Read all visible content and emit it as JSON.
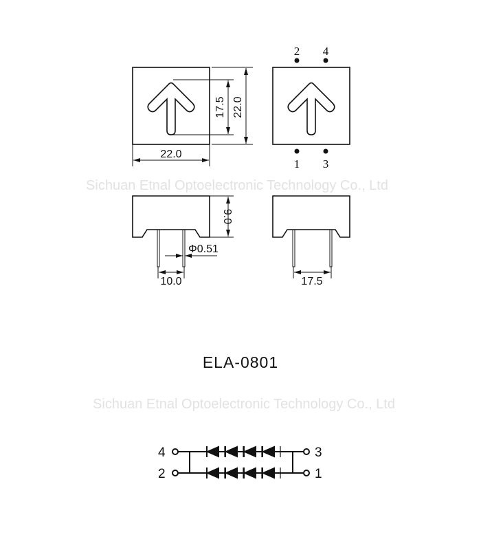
{
  "watermark": "Sichuan Etnal Optoelectronic Technology Co., Ltd",
  "model": "ELA-0801",
  "dimensions": {
    "width": "22.0",
    "height": "22.0",
    "arrow_height": "17.5",
    "depth": "9.0",
    "pin_diameter": "Φ0.51",
    "pin_pitch_a": "10.0",
    "pin_pitch_b": "17.5"
  },
  "pins": {
    "top_left": "2",
    "top_right": "4",
    "bottom_left": "1",
    "bottom_right": "3"
  },
  "schematic": {
    "t4": "4",
    "t3": "3",
    "t2": "2",
    "t1": "1"
  }
}
